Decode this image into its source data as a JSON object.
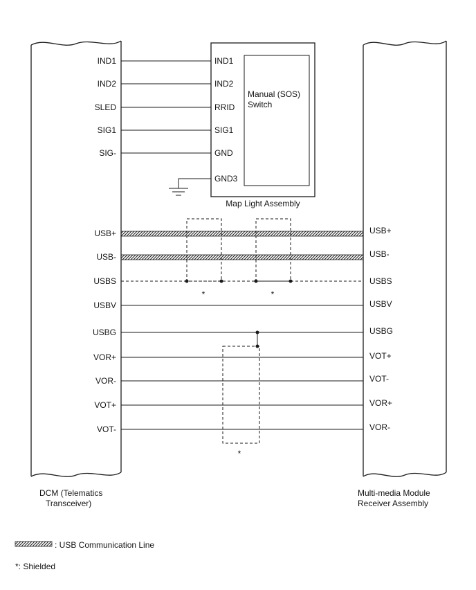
{
  "colors": {
    "line": "#1a1a1a",
    "background": "#ffffff"
  },
  "left_component": {
    "label_line1": "DCM (Telematics",
    "label_line2": "Transceiver)",
    "pins_map": [
      "IND1",
      "IND2",
      "SLED",
      "SIG1",
      "SIG-"
    ],
    "pins_usb": [
      "USB+",
      "USB-",
      "USBS",
      "USBV",
      "USBG",
      "VOR+",
      "VOR-",
      "VOT+",
      "VOT-"
    ]
  },
  "map_light_assembly": {
    "label": "Map Light Assembly",
    "switch_label_line1": "Manual (SOS)",
    "switch_label_line2": "Switch",
    "pins": [
      "IND1",
      "IND2",
      "RRID",
      "SIG1",
      "GND",
      "GND3"
    ]
  },
  "right_component": {
    "label_line1": "Multi-media Module",
    "label_line2": "Receiver Assembly",
    "pins": [
      "USB+",
      "USB-",
      "USBS",
      "USBV",
      "USBG",
      "VOT+",
      "VOT-",
      "VOR+",
      "VOR-"
    ]
  },
  "annotations": {
    "shield_marker": "*"
  },
  "legend": {
    "usb_line_label": ": USB Communication Line",
    "shielded_note": "*: Shielded"
  }
}
